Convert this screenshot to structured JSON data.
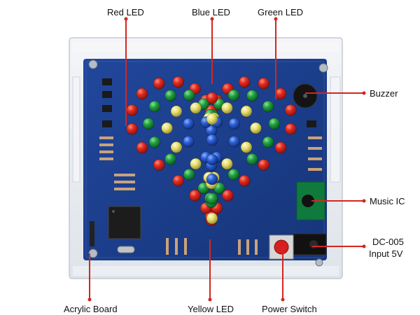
{
  "callouts": {
    "red_led": "Red LED",
    "blue_led": "Blue LED",
    "green_led": "Green LED",
    "buzzer": "Buzzer",
    "music_ic": "Music IC",
    "dc_005": "DC-005",
    "input_5v": "Input 5V",
    "acrylic_board": "Acrylic Board",
    "yellow_led": "Yellow LED",
    "power_switch": "Power Switch"
  },
  "colors": {
    "pcb": "#1b3d8c",
    "acrylic": "#e8ecf2",
    "pointer": "#d4261f",
    "led_red": "#d8261c",
    "led_green": "#1e9a3a",
    "led_yellow": "#e3d95a",
    "led_blue": "#2553c7"
  }
}
